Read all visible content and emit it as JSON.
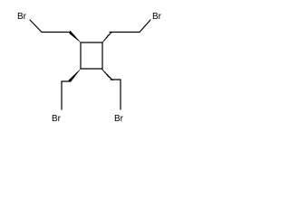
{
  "molecule": {
    "atoms": {
      "br_top_left": "Br",
      "br_top_right": "Br",
      "br_bottom_left": "Br",
      "br_bottom_right": "Br"
    }
  }
}
